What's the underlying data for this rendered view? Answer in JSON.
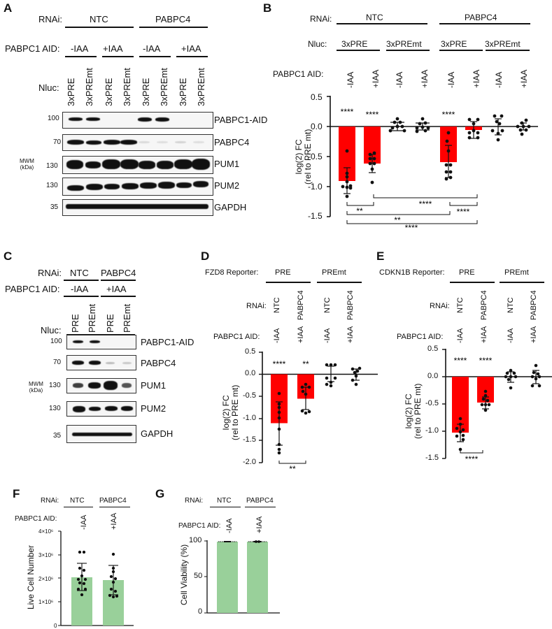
{
  "panels": {
    "A": {
      "label": "A",
      "rnai_label": "RNAi:",
      "rnai_groups": [
        "NTC",
        "PABPC4"
      ],
      "aid_label": "PABPC1 AID:",
      "aid_groups": [
        "-IAA",
        "+IAA",
        "-IAA",
        "+IAA"
      ],
      "nluc_label": "Nluc:",
      "lanes": [
        "3xPRE",
        "3xPREmt",
        "3xPRE",
        "3xPREmt",
        "3xPRE",
        "3xPREmt",
        "3xPRE",
        "3xPREmt"
      ],
      "mwm_label": "MWM",
      "mwm_unit": "(kDa)",
      "blots": [
        {
          "mw": "100",
          "name": "PABPC1-AID"
        },
        {
          "mw": "70",
          "name": "PABPC4"
        },
        {
          "mw": "130",
          "name": "PUM1"
        },
        {
          "mw": "130",
          "name": "PUM2"
        },
        {
          "mw": "35",
          "name": "GAPDH"
        }
      ]
    },
    "B": {
      "label": "B",
      "rnai_label": "RNAi:",
      "rnai_groups": [
        "NTC",
        "PABPC4"
      ],
      "nluc_label": "Nluc:",
      "nluc_groups": [
        "3xPRE",
        "3xPREmt",
        "3xPRE",
        "3xPREmt"
      ],
      "aid_label": "PABPC1 AID:",
      "aid_values": [
        "-IAA",
        "+IAA",
        "-IAA",
        "+IAA",
        "-IAA",
        "+IAA",
        "-IAA",
        "+IAA"
      ],
      "ylabel_1": "log(2) FC",
      "ylabel_2": "(rel to PRE mt)",
      "yticks": [
        "0.5",
        "0.0",
        "-0.5",
        "-1.0",
        "-1.5"
      ],
      "sig_top": [
        "****",
        "****",
        "",
        "",
        "****",
        "",
        "",
        ""
      ],
      "brackets": [
        "**",
        "****",
        "****",
        "**",
        "****"
      ]
    },
    "C": {
      "label": "C",
      "rnai_label": "RNAi:",
      "rnai_groups": [
        "NTC",
        "PABPC4"
      ],
      "aid_label": "PABPC1 AID:",
      "aid_groups": [
        "-IAA",
        "+IAA"
      ],
      "nluc_label": "Nluc:",
      "lanes": [
        "PRE",
        "PREmt",
        "PRE",
        "PREmt"
      ],
      "mwm_label": "MWM",
      "mwm_unit": "(kDa)",
      "blots": [
        {
          "mw": "100",
          "name": "PABPC1-AID"
        },
        {
          "mw": "70",
          "name": "PABPC4"
        },
        {
          "mw": "130",
          "name": "PUM1"
        },
        {
          "mw": "130",
          "name": "PUM2"
        },
        {
          "mw": "35",
          "name": "GAPDH"
        }
      ]
    },
    "D": {
      "label": "D",
      "reporter_label": "FZD8 Reporter:",
      "reporter_groups": [
        "PRE",
        "PREmt"
      ],
      "rnai_label": "RNAi:",
      "rnai_values": [
        "NTC",
        "PABPC4",
        "NTC",
        "PABPC4"
      ],
      "aid_label": "PABPC1 AID:",
      "aid_values": [
        "-IAA",
        "+IAA",
        "-IAA",
        "+IAA"
      ],
      "ylabel_1": "log(2) FC",
      "ylabel_2": "(rel to PRE mt)",
      "yticks": [
        "0.5",
        "0.0",
        "-0.5",
        "-1.0",
        "-1.5",
        "-2.0"
      ],
      "sig_top": [
        "****",
        "**",
        "",
        ""
      ],
      "bracket": "**"
    },
    "E": {
      "label": "E",
      "reporter_label": "CDKN1B Reporter:",
      "reporter_groups": [
        "PRE",
        "PREmt"
      ],
      "rnai_label": "RNAi:",
      "rnai_values": [
        "NTC",
        "PABPC4",
        "NTC",
        "PABPC4"
      ],
      "aid_label": "PABPC1 AID:",
      "aid_values": [
        "-IAA",
        "+IAA",
        "-IAA",
        "+IAA"
      ],
      "ylabel_1": "log(2) FC",
      "ylabel_2": "(rel to PRE mt)",
      "yticks": [
        "0.5",
        "0.0",
        "-0.5",
        "-1.0",
        "-1.5"
      ],
      "sig_top": [
        "****",
        "****",
        "",
        ""
      ],
      "bracket": "****"
    },
    "F": {
      "label": "F",
      "rnai_label": "RNAi:",
      "rnai_groups": [
        "NTC",
        "PABPC4"
      ],
      "aid_label": "PABPC1 AID:",
      "aid_values": [
        "-IAA",
        "+IAA"
      ],
      "ylabel": "Live Cell Number",
      "yticks": [
        "4×10⁶",
        "3×10⁶",
        "2×10⁶",
        "1×10⁶",
        "0"
      ]
    },
    "G": {
      "label": "G",
      "rnai_label": "RNAi:",
      "rnai_groups": [
        "NTC",
        "PABPC4"
      ],
      "aid_label": "PABPC1 AID:",
      "aid_values": [
        "-IAA",
        "+IAA"
      ],
      "ylabel": "Cell Viability (%)",
      "yticks": [
        "100",
        "50",
        "0"
      ]
    }
  },
  "colors": {
    "red_bar": "#ff0000",
    "green_bar": "#99d09a",
    "axis": "#111111"
  },
  "chart_data": [
    {
      "panel": "B",
      "type": "bar",
      "title": "",
      "categories": [
        "NTC 3xPRE -IAA",
        "NTC 3xPRE +IAA",
        "NTC 3xPREmt -IAA",
        "NTC 3xPREmt +IAA",
        "PABPC4 3xPRE -IAA",
        "PABPC4 3xPRE +IAA",
        "PABPC4 3xPREmt -IAA",
        "PABPC4 3xPREmt +IAA"
      ],
      "values": [
        -0.91,
        -0.62,
        0.0,
        0.0,
        -0.6,
        -0.06,
        0.0,
        0.0
      ],
      "errors": [
        0.21,
        0.16,
        0.07,
        0.06,
        0.28,
        0.12,
        0.13,
        0.06
      ],
      "ylabel": "log(2) FC (rel to PRE mt)",
      "ylim": [
        -1.5,
        0.5
      ],
      "significance": [
        "****",
        "****",
        "",
        "",
        "****",
        "",
        "",
        ""
      ],
      "comparisons": [
        {
          "pair": [
            1,
            2
          ],
          "label": "**"
        },
        {
          "pair": [
            2,
            6
          ],
          "label": "****"
        },
        {
          "pair": [
            5,
            6
          ],
          "label": "****"
        },
        {
          "pair": [
            1,
            5
          ],
          "label": "**"
        },
        {
          "pair": [
            1,
            6
          ],
          "label": "****"
        }
      ],
      "bar_color": "#ff0000"
    },
    {
      "panel": "D",
      "type": "bar",
      "title": "FZD8 Reporter",
      "categories": [
        "PRE NTC -IAA",
        "PRE PABPC4 +IAA",
        "PREmt NTC -IAA",
        "PREmt PABPC4 +IAA"
      ],
      "values": [
        -1.11,
        -0.55,
        0.0,
        0.0
      ],
      "errors": [
        0.49,
        0.26,
        0.17,
        0.12
      ],
      "ylabel": "log(2) FC (rel to PRE mt)",
      "ylim": [
        -2.0,
        0.5
      ],
      "significance": [
        "****",
        "**",
        "",
        ""
      ],
      "comparisons": [
        {
          "pair": [
            1,
            2
          ],
          "label": "**"
        }
      ],
      "bar_color": "#ff0000"
    },
    {
      "panel": "E",
      "type": "bar",
      "title": "CDKN1B Reporter",
      "categories": [
        "PRE NTC -IAA",
        "PRE PABPC4 +IAA",
        "PREmt NTC -IAA",
        "PREmt PABPC4 +IAA"
      ],
      "values": [
        -1.03,
        -0.47,
        0.01,
        0.01
      ],
      "errors": [
        0.16,
        0.11,
        0.09,
        0.11
      ],
      "ylabel": "log(2) FC (rel to PRE mt)",
      "ylim": [
        -1.5,
        0.5
      ],
      "significance": [
        "****",
        "****",
        "",
        ""
      ],
      "comparisons": [
        {
          "pair": [
            1,
            2
          ],
          "label": "****"
        }
      ],
      "bar_color": "#ff0000"
    },
    {
      "panel": "F",
      "type": "bar",
      "categories": [
        "NTC -IAA",
        "PABPC4 +IAA"
      ],
      "values": [
        2050000,
        1920000
      ],
      "errors": [
        580000,
        620000
      ],
      "ylabel": "Live Cell Number",
      "ylim": [
        0,
        4000000
      ],
      "bar_color": "#99d09a"
    },
    {
      "panel": "G",
      "type": "bar",
      "categories": [
        "NTC -IAA",
        "PABPC4 +IAA"
      ],
      "values": [
        99,
        99
      ],
      "errors": [
        0.5,
        0.5
      ],
      "ylabel": "Cell Viability (%)",
      "ylim": [
        0,
        100
      ],
      "bar_color": "#99d09a"
    }
  ]
}
